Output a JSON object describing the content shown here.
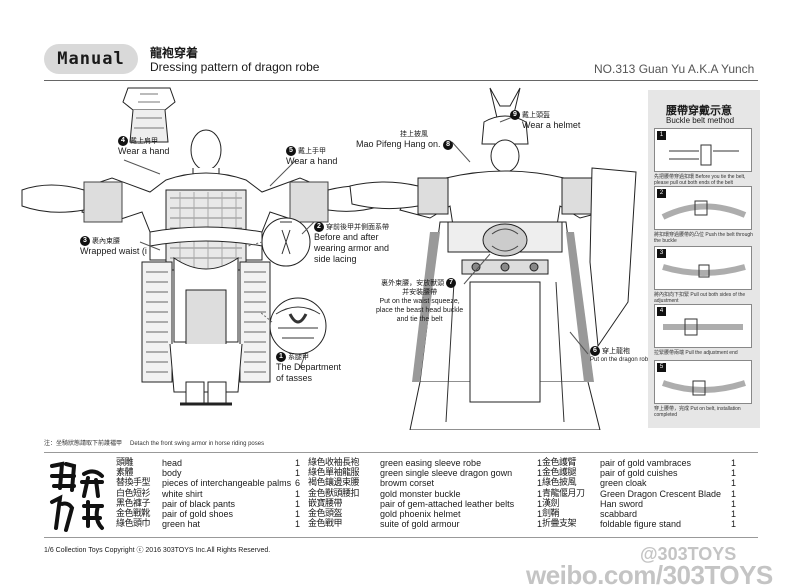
{
  "header": {
    "badge": "Manual",
    "title_cn": "龍袍穿着",
    "title_en": "Dressing pattern of dragon robe",
    "product": "NO.313 Guan Yu A.K.A Yunch"
  },
  "annotations": {
    "a4": {
      "num": "4",
      "cn": "戴上肩甲",
      "en": "Wear a hand"
    },
    "a5": {
      "num": "5",
      "cn": "戴上手甲",
      "en": "Wear a hand"
    },
    "a3": {
      "num": "3",
      "cn": "裹內束腰",
      "en": "Wrapped waist (i"
    },
    "a2": {
      "num": "2",
      "cn": "穿前後甲并側面系帶",
      "en1": "Before and after",
      "en2": "wearing armor and",
      "en3": "side lacing"
    },
    "a1": {
      "num": "1",
      "cn": "系腿甲",
      "en1": "The Department",
      "en2": "of tasses"
    },
    "a8": {
      "num": "8",
      "cn": "挂上披風",
      "en": "Mao Pifeng Hang on."
    },
    "a9": {
      "num": "9",
      "cn": "戴上頭盔",
      "en": "Wear a helmet"
    },
    "a7": {
      "num": "7",
      "cn1": "裏外束腰，安放獸頭",
      "cn2": "并安裝腰帶",
      "en1": "Put on the waist squeeze,",
      "en2": "place the beast head buckle",
      "en3": "and tie the belt"
    },
    "a6": {
      "num": "6",
      "cn": "穿上龍袍",
      "en": "Put on the dragon robe"
    }
  },
  "side": {
    "title_cn": "腰帶穿戴示意",
    "title_en": "Buckle belt method",
    "steps": [
      {
        "no": "1",
        "cap": "先把腰帶穿過扣環 Before you tie the belt, please pull out both ends of the belt"
      },
      {
        "no": "2",
        "cap": "將扣環穿過腰帶的凸位 Push the belt through the buckle"
      },
      {
        "no": "3",
        "cap": "將內扣向下扣緊 Pull out both sides of the adjustment"
      },
      {
        "no": "4",
        "cap": "拉緊腰帶兩端 Pull the adjustment end"
      },
      {
        "no": "5",
        "cap": "穿上腰帶，完成 Put on belt, installation completed"
      }
    ]
  },
  "note": {
    "cn": "注：坐騎狀態請取下前護襠甲",
    "en": "Detach the front swing armor in horse riding poses"
  },
  "parts_columns": [
    [
      {
        "cn": "頭雕",
        "en": "head",
        "qty": "1"
      },
      {
        "cn": "素體",
        "en": "body",
        "qty": "1"
      },
      {
        "cn": "替換手型",
        "en": "pieces of interchangeable palms",
        "qty": "6"
      },
      {
        "cn": "白色短衫",
        "en": "white shirt",
        "qty": "1"
      },
      {
        "cn": "黑色褲子",
        "en": "pair of black pants",
        "qty": "1"
      },
      {
        "cn": "金色戰靴",
        "en": "pair of gold shoes",
        "qty": "1"
      },
      {
        "cn": "綠色頭巾",
        "en": "green hat",
        "qty": "1"
      }
    ],
    [
      {
        "cn": "綠色收袖長袍",
        "en": "green easing sleeve robe",
        "qty": "1"
      },
      {
        "cn": "綠色單袖龍服",
        "en": "green single sleeve dragon gown",
        "qty": "1"
      },
      {
        "cn": "褐色鑲邊束腰",
        "en": "browm corset",
        "qty": "1"
      },
      {
        "cn": "金色獸頭腰扣",
        "en": "gold monster buckle",
        "qty": "1"
      },
      {
        "cn": "嵌寶腰帶",
        "en": "pair of gem-attached leather belts",
        "qty": "1"
      },
      {
        "cn": "金色頭盔",
        "en": "gold phoenix helmet",
        "qty": "1"
      },
      {
        "cn": "金色戰甲",
        "en": "suite of gold armour",
        "qty": "1"
      }
    ],
    [
      {
        "cn": "金色護臂",
        "en": "pair of gold vambraces",
        "qty": "1"
      },
      {
        "cn": "金色護腿",
        "en": "pair of gold cuishes",
        "qty": "1"
      },
      {
        "cn": "綠色披風",
        "en": "green cloak",
        "qty": "1"
      },
      {
        "cn": "青龍偃月刀",
        "en": "Green Dragon Crescent Blade",
        "qty": "1"
      },
      {
        "cn": "漢劍",
        "en": "Han sword",
        "qty": "1"
      },
      {
        "cn": "劍鞘",
        "en": "scabbard",
        "qty": "1"
      },
      {
        "cn": "折疊支架",
        "en": "foldable figure stand",
        "qty": "1"
      }
    ]
  ],
  "footer": {
    "copyright": "1/6 Collection Toys Copyright ⓒ 2016 303TOYS Inc.All Rights Reserved.",
    "watermark_top": "@303TOYS",
    "watermark_bottom": "weibo.com/303TOYS"
  }
}
